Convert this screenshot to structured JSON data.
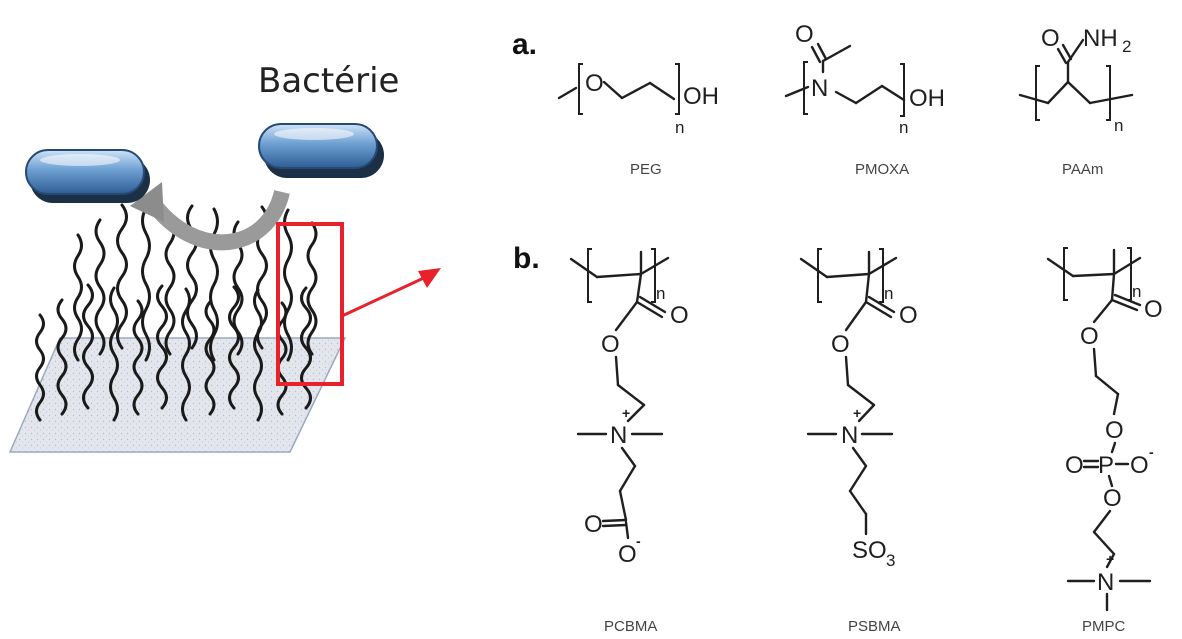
{
  "schematic": {
    "label": "Bactérie",
    "colors": {
      "bacteria": "#5b8fc7",
      "surface": "#dfe3ea",
      "highlight": "#e8212a",
      "arrow": "#8c8c8c"
    }
  },
  "panels": {
    "a": {
      "label": "a.",
      "polymers": [
        {
          "name": "PEG",
          "atoms": {
            "o": "O",
            "oh": "OH",
            "n": "n"
          }
        },
        {
          "name": "PMOXA",
          "atoms": {
            "o": "O",
            "nitrogen": "N",
            "oh": "OH",
            "n": "n"
          }
        },
        {
          "name": "PAAm",
          "atoms": {
            "o": "O",
            "nh2": "NH",
            "nh2_sub": "2",
            "n": "n"
          }
        }
      ]
    },
    "b": {
      "label": "b.",
      "polymers": [
        {
          "name": "PCBMA",
          "atoms": {
            "n": "n",
            "o_carbonyl": "O",
            "o_ester": "O",
            "nitrogen": "N",
            "plus": "+",
            "o_acid": "O",
            "o_minus": "O",
            "minus": "-"
          }
        },
        {
          "name": "PSBMA",
          "atoms": {
            "n": "n",
            "o_carbonyl": "O",
            "o_ester": "O",
            "nitrogen": "N",
            "plus": "+",
            "so3": "SO",
            "so3_sub": "3"
          }
        },
        {
          "name": "PMPC",
          "atoms": {
            "n": "n",
            "o_carbonyl": "O",
            "o_ester": "O",
            "o_p1": "O",
            "o_double": "O",
            "phosphorus": "P",
            "o_minus": "O",
            "minus": "-",
            "o_p2": "O",
            "nitrogen": "N",
            "plus": "+"
          }
        }
      ]
    }
  }
}
